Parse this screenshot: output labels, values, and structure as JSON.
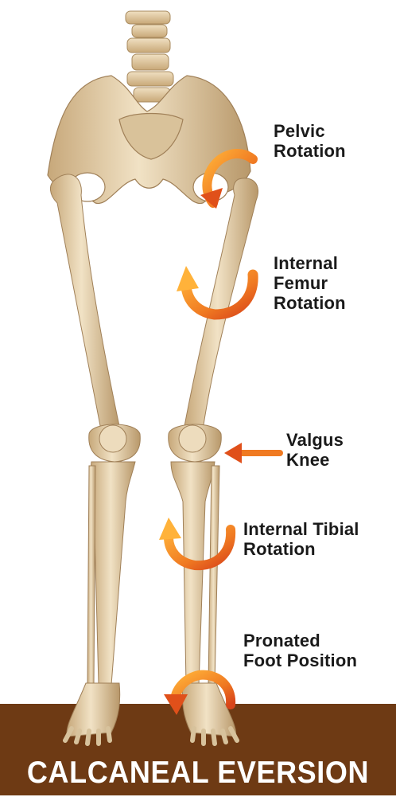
{
  "labels": {
    "pelvic": [
      "Pelvic",
      "Rotation"
    ],
    "femur": [
      "Internal",
      "Femur",
      "Rotation"
    ],
    "knee": [
      "Valgus",
      "Knee"
    ],
    "tibial": [
      "Internal Tibial",
      "Rotation"
    ],
    "foot": [
      "Pronated",
      "Foot Position"
    ]
  },
  "banner": "CALCANEAL EVERSION",
  "colors": {
    "bone": "#e9d6b4",
    "bone_shadow": "#b89a6c",
    "arrow_light": "#ffb23a",
    "arrow_dark": "#e0501a",
    "ground": "#6e3a14",
    "text": "#1a1a1a"
  }
}
